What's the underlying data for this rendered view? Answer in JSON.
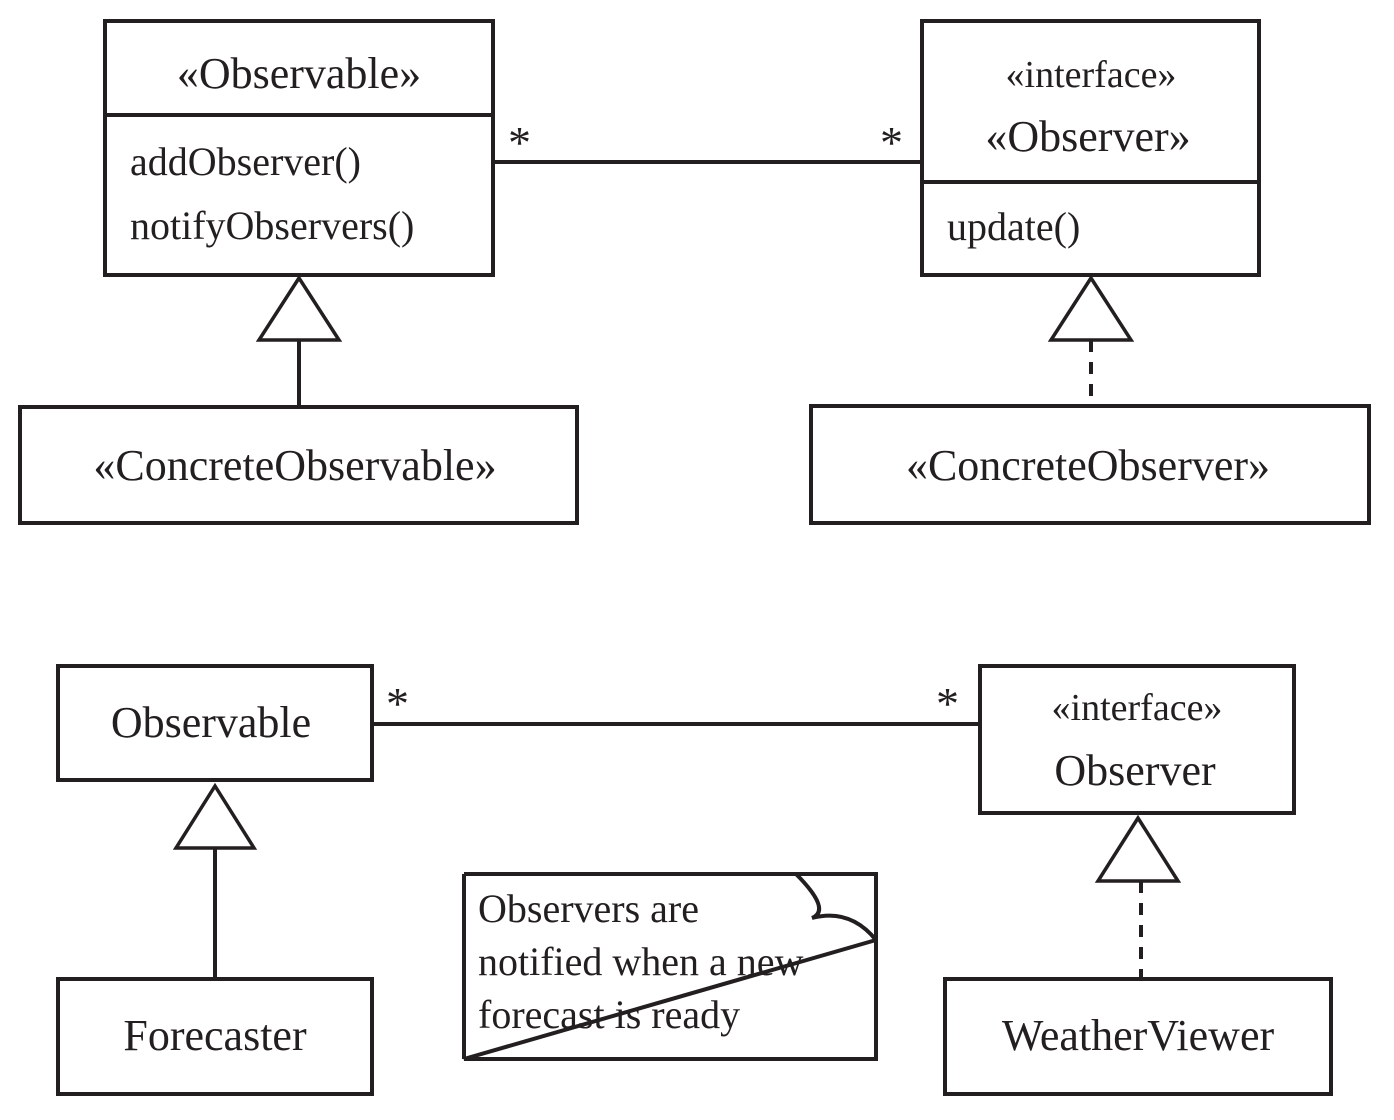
{
  "pattern_diagram": {
    "observable": {
      "name": "«Observable»",
      "operations": [
        "addObserver()",
        "notifyObservers()"
      ]
    },
    "observer": {
      "stereotype": "«interface»",
      "name": "«Observer»",
      "operations": [
        "update()"
      ]
    },
    "concrete_observable": {
      "name": "«ConcreteObservable»"
    },
    "concrete_observer": {
      "name": "«ConcreteObserver»"
    },
    "association": {
      "left_multiplicity": "*",
      "right_multiplicity": "*"
    }
  },
  "example_diagram": {
    "observable": {
      "name": "Observable"
    },
    "observer": {
      "stereotype": "«interface»",
      "name": "Observer"
    },
    "forecaster": {
      "name": "Forecaster"
    },
    "weather_viewer": {
      "name": "WeatherViewer"
    },
    "association": {
      "left_multiplicity": "*",
      "right_multiplicity": "*"
    },
    "note": {
      "lines": [
        "Observers are",
        "notified when a new",
        "forecast is ready"
      ]
    }
  },
  "colors": {
    "stroke": "#231f20",
    "background": "#ffffff"
  }
}
